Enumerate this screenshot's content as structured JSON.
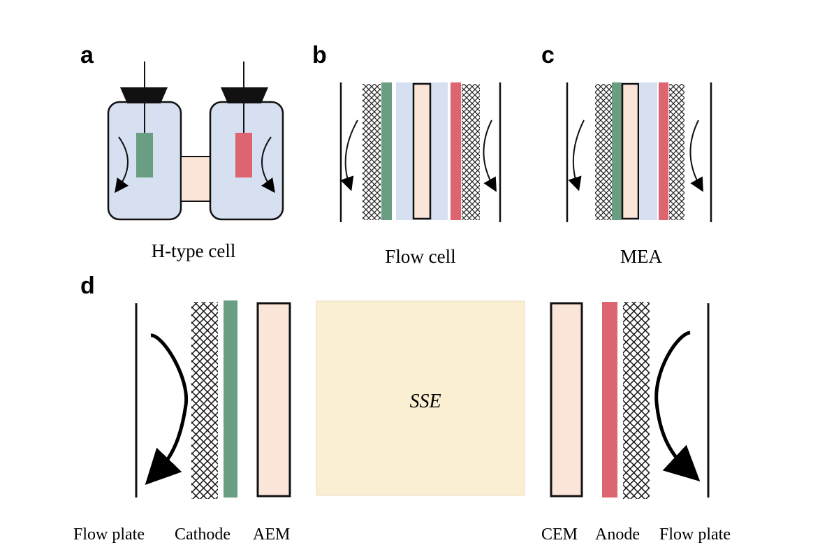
{
  "panels": {
    "a": {
      "letter": "a",
      "caption": "H-type cell"
    },
    "b": {
      "letter": "b",
      "caption": "Flow cell"
    },
    "c": {
      "letter": "c",
      "caption": "MEA"
    },
    "d": {
      "letter": "d",
      "center_label": "SSE",
      "left_labels": {
        "flow_plate": "Flow plate",
        "cathode": "Cathode",
        "aem": "AEM"
      },
      "right_labels": {
        "cem": "CEM",
        "anode": "Anode",
        "flow_plate": "Flow plate"
      }
    }
  },
  "colors": {
    "cathode": "#6a9e82",
    "anode": "#dc6570",
    "membrane": "#fbe4d8",
    "electrolyte": "#d6e0f1",
    "sse": "#fbefd3",
    "cap": "#111111"
  }
}
